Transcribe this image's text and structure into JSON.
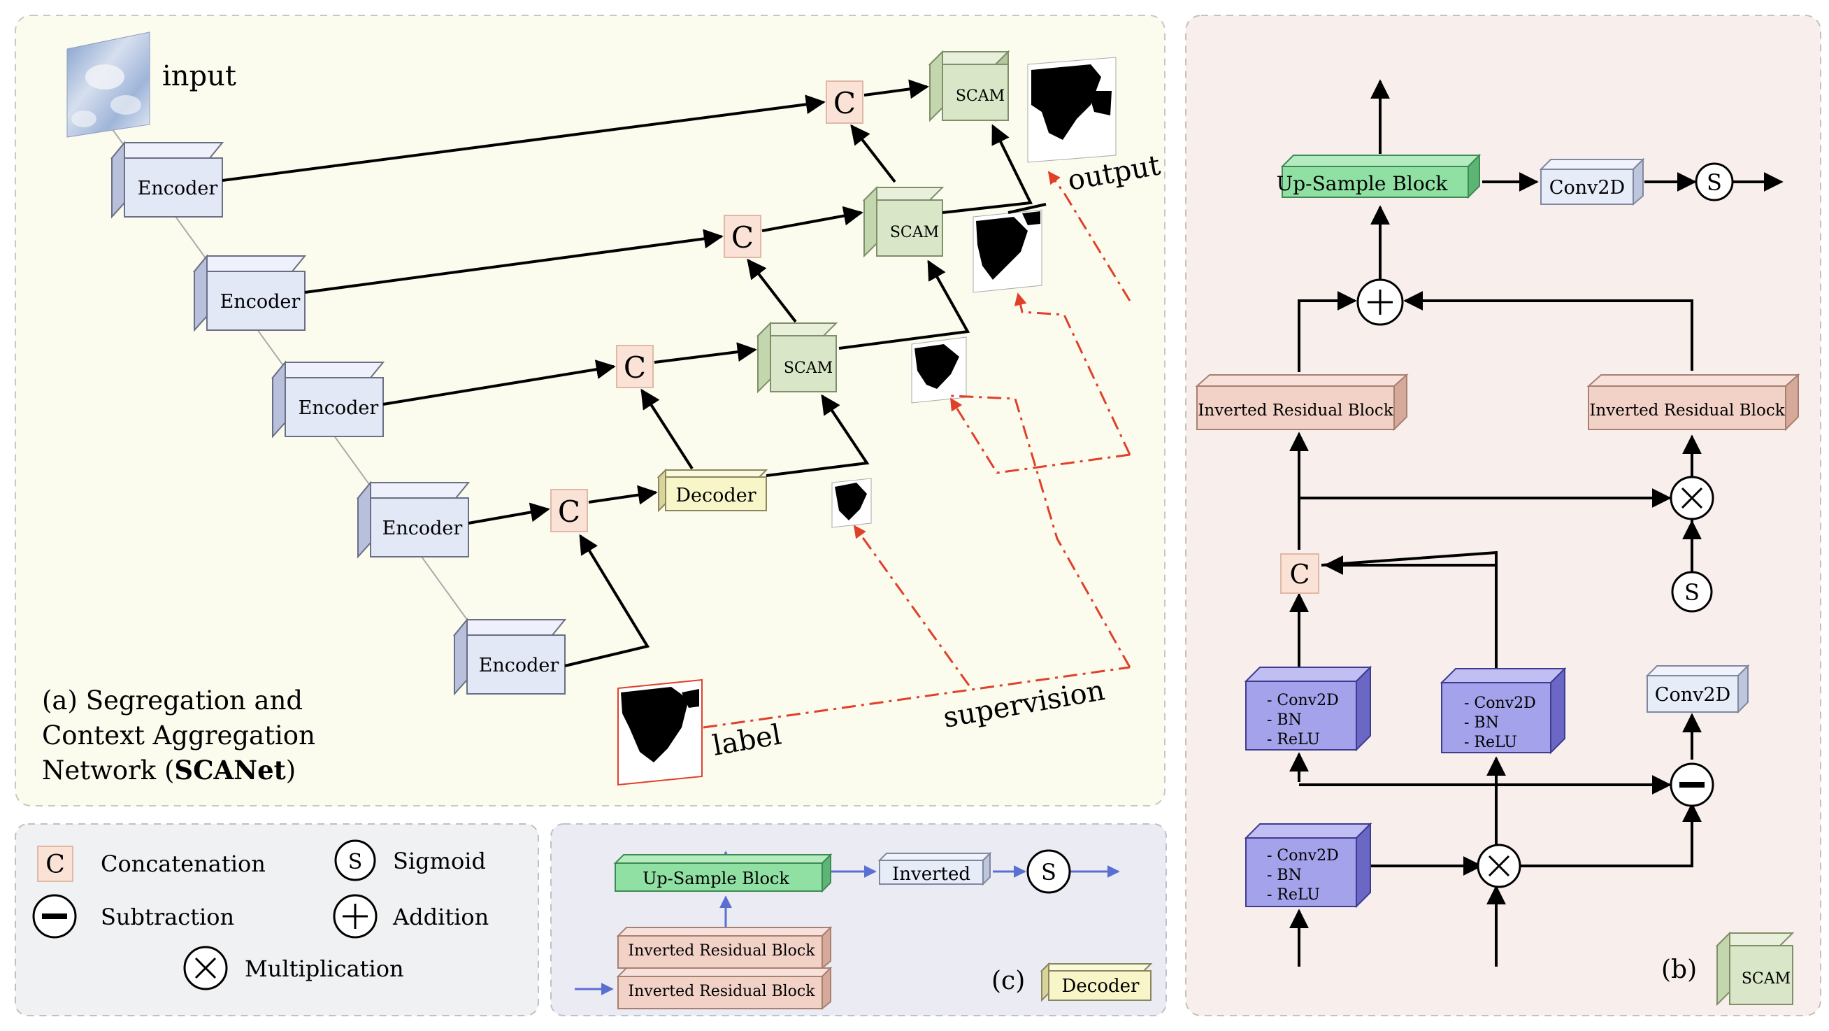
{
  "panel_a": {
    "input_label": "input",
    "output_label": "output",
    "label_label": "label",
    "supervision_label": "supervision",
    "caption_line1": "(a) Segregation and",
    "caption_line2": "Context Aggregation",
    "caption_line3_prefix": "Network  (",
    "caption_line3_bold": "SCANet",
    "caption_line3_suffix": ")",
    "encoder_label": "Encoder",
    "concat_symbol": "C",
    "scam_label": "SCAM",
    "decoder_label": "Decoder"
  },
  "panel_b": {
    "caption": "(b)",
    "upsample_label": "Up-Sample Block",
    "conv2d_label": "Conv2D",
    "sigmoid_symbol": "S",
    "irb_left_label": "Inverted Residual Block",
    "irb_right_label": "Inverted Residual Block",
    "concat_symbol": "C",
    "conv_bn_relu_lines": [
      "- Conv2D",
      "- BN",
      "- ReLU"
    ],
    "scam_tag": "SCAM"
  },
  "panel_c": {
    "caption": "(c)",
    "upsample_label": "Up-Sample Block",
    "inverted_label": "Inverted",
    "sigmoid_symbol": "S",
    "irb_top_label": "Inverted Residual Block",
    "irb_bottom_label": "Inverted Residual Block",
    "decoder_tag": "Decoder"
  },
  "legend": {
    "concat_symbol": "C",
    "concat_label": "Concatenation",
    "sigmoid_symbol": "S",
    "sigmoid_label": "Sigmoid",
    "subtraction_label": "Subtraction",
    "addition_label": "Addition",
    "multiplication_label": "Multiplication"
  },
  "colors": {
    "panel_a_bg": "#fbfbee",
    "panel_b_bg": "#f8efec",
    "panel_c_bg": "#ebebf4",
    "legend_bg": "#f0f1f3",
    "encoder_face": "#e3e8f7",
    "encoder_top": "#eef1fb",
    "encoder_side": "#b8c0dc",
    "scam_face": "#d9e6c8",
    "scam_top": "#e8f0dc",
    "scam_side": "#b4c79e",
    "decoder_face": "#f8f6c8",
    "decoder_top": "#fbfadd",
    "decoder_side": "#d8d49a",
    "concat_fill": "#fae3d6",
    "upsample_face": "#8fe0a2",
    "upsample_top": "#b4ecbf",
    "upsample_side": "#5cb574",
    "irb_face": "#f2d2c7",
    "irb_top": "#f7e1da",
    "irb_side": "#d6aa9b",
    "conv_face": "#e6ecf8",
    "conv_top": "#f0f3fb",
    "conv_side": "#bdc6dc",
    "cbr_face": "#a4a2ea",
    "cbr_top": "#c0bef2",
    "cbr_side": "#6a68c4",
    "supervision_red": "#e0402a",
    "blue_arrow": "#5b6fd0"
  }
}
